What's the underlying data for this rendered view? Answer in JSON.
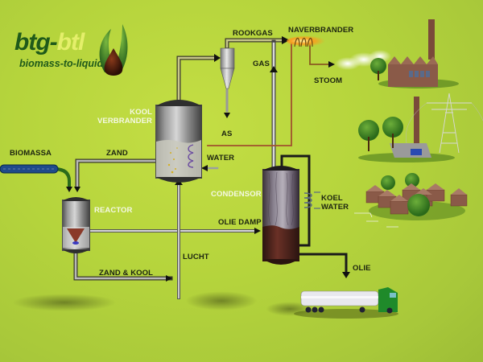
{
  "logo": {
    "brand_dark": "btg-",
    "brand_light": "btl",
    "tagline": "biomass-to-liquid"
  },
  "labels": {
    "rookgas": "ROOKGAS",
    "naverbrander": "NAVERBRANDER",
    "gas": "GAS",
    "stoom": "STOOM",
    "as": "AS",
    "kool_verbrander_line1": "KOOL",
    "kool_verbrander_line2": "VERBRANDER",
    "water": "WATER",
    "biomassa": "BIOMASSA",
    "zand": "ZAND",
    "reactor": "REACTOR",
    "condensor": "CONDENSOR",
    "koel_water_line1": "KOEL",
    "koel_water_line2": "WATER",
    "olie_damp": "OLIE DAMP",
    "lucht": "LUCHT",
    "zand_kool": "ZAND & KOOL",
    "olie": "OLIE"
  },
  "colors": {
    "background": "#b5d43c",
    "logo_dark_green": "#1f5a1a",
    "logo_light_green": "#e4ef6a",
    "pipe_gray": "#8a8f86",
    "hot_pipe": "#a0522d",
    "truck_green": "#1f8a2a"
  },
  "applications": [
    {
      "name": "factory-steam"
    },
    {
      "name": "power-generation"
    },
    {
      "name": "district-heating-houses"
    }
  ]
}
